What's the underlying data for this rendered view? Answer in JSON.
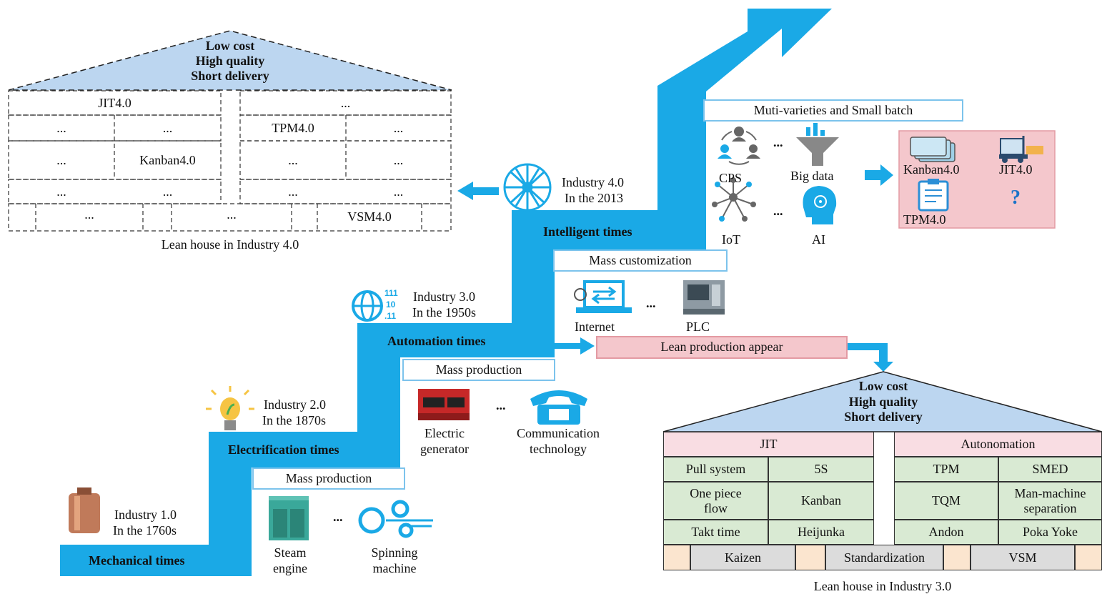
{
  "lean_house_40": {
    "roof": [
      "Low cost",
      "High quality",
      "Short delivery"
    ],
    "cells": {
      "jit": "JIT4.0",
      "top_right": "...",
      "r2c1": "...",
      "r2c2": "...",
      "tpm": "TPM4.0",
      "r2c4": "...",
      "r3c1": "...",
      "kanban": "Kanban4.0",
      "r3c3": "...",
      "r3c4": "...",
      "r4c1": "...",
      "r4c2": "...",
      "r4c3": "...",
      "r4c4": "...",
      "b1": "...",
      "b2": "...",
      "vsm": "VSM4.0"
    },
    "caption": "Lean house in Industry 4.0"
  },
  "stages": {
    "mechanical": "Mechanical times",
    "electrification": "Electrification times",
    "automation": "Automation times",
    "intelligent": "Intelligent times"
  },
  "industry": {
    "i1": [
      "Industry 1.0",
      "In the 1760s"
    ],
    "i2": [
      "Industry 2.0",
      "In the 1870s"
    ],
    "i3": [
      "Industry 3.0",
      "In the 1950s"
    ],
    "i4": [
      "Industry 4.0",
      "In the 2013"
    ]
  },
  "boxes": {
    "mass_production_1": "Mass production",
    "mass_production_2": "Mass production",
    "mass_customization": "Mass customization",
    "muti_varieties": "Muti-varieties and Small batch",
    "lean_appear": "Lean production appear"
  },
  "tech": {
    "steam": [
      "Steam",
      "engine"
    ],
    "spinning": [
      "Spinning",
      "machine"
    ],
    "electric": [
      "Electric",
      "generator"
    ],
    "communication": [
      "Communication",
      "technology"
    ],
    "internet": "Internet",
    "plc": "PLC",
    "cps": "CPS",
    "big_data": "Big data",
    "iot": "IoT",
    "ai": "AI",
    "ellipsis": "..."
  },
  "tools_40": {
    "kanban": "Kanban4.0",
    "jit": "JIT4.0",
    "tpm": "TPM4.0",
    "unknown": "?"
  },
  "lean_house_30": {
    "roof": [
      "Low cost",
      "High quality",
      "Short delivery"
    ],
    "jit": "JIT",
    "autonomation": "Autonomation",
    "left": [
      [
        "Pull system",
        "5S"
      ],
      [
        "One piece flow",
        "Kanban"
      ],
      [
        "Takt time",
        "Heijunka"
      ]
    ],
    "right": [
      [
        "TPM",
        "SMED"
      ],
      [
        "TQM",
        "Man-machine separation"
      ],
      [
        "Andon",
        "Poka Yoke"
      ]
    ],
    "foundation": [
      "Kaizen",
      "Standardization",
      "VSM"
    ],
    "caption": "Lean house in Industry 3.0"
  },
  "colors": {
    "stair": "#1aa9e6",
    "roof": "#bcd6f0",
    "pink": "#f4c7cc",
    "green": "#d9ead3",
    "gray": "#dcdcdc",
    "peach": "#fbe5cf"
  }
}
